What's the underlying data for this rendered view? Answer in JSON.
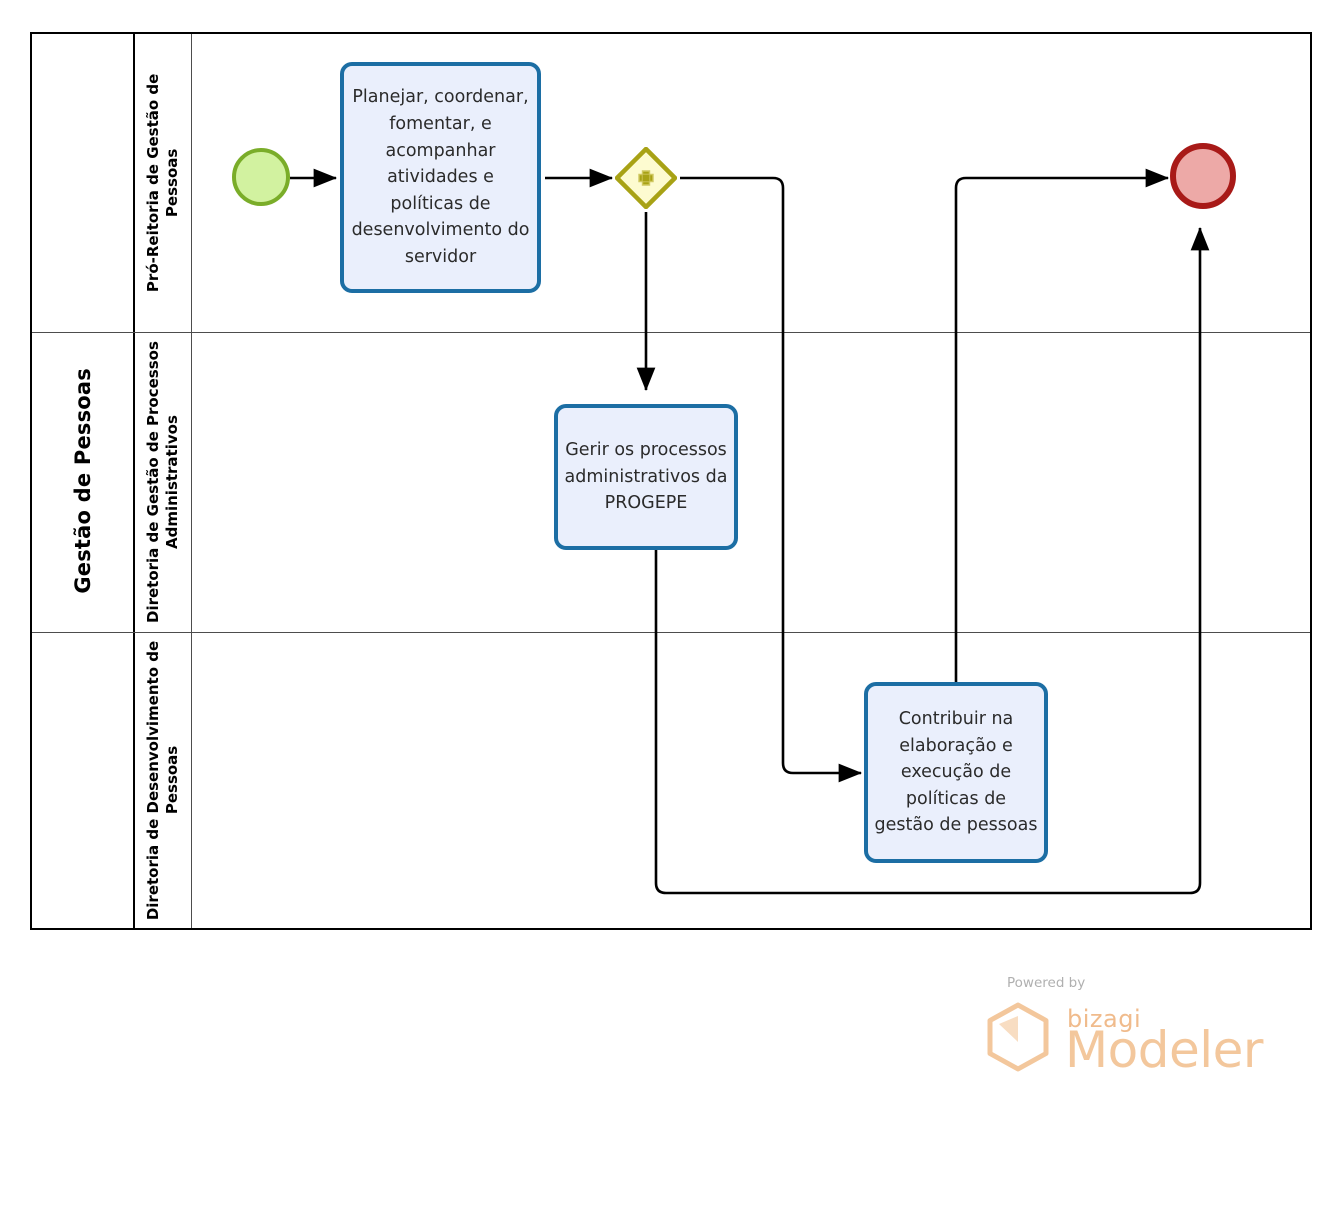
{
  "diagram": {
    "type": "bpmn-process",
    "pool": {
      "name": "Gestão de Pessoas"
    },
    "lanes": [
      {
        "id": "lane-pro-reitoria",
        "name": "Pró-Reitoria de Gestão de Pessoas"
      },
      {
        "id": "lane-processos-administrativos",
        "name": "Diretoria de Gestão de Processos Administrativos"
      },
      {
        "id": "lane-desenvolvimento-pessoas",
        "name": "Diretoria de Desenvolvimento de Pessoas"
      }
    ],
    "nodes": [
      {
        "id": "start",
        "kind": "start-event",
        "lane": 0,
        "label": ""
      },
      {
        "id": "task-1",
        "kind": "task",
        "lane": 0,
        "label": "Planejar, coordenar, fomentar, e acompanhar atividades e políticas de desenvolvimento do servidor"
      },
      {
        "id": "gateway-1",
        "kind": "parallel-gateway",
        "lane": 0,
        "label": "",
        "marker": "+"
      },
      {
        "id": "task-2",
        "kind": "task",
        "lane": 1,
        "label": "Gerir os processos administrativos da PROGEPE"
      },
      {
        "id": "task-3",
        "kind": "task",
        "lane": 2,
        "label": "Contribuir na elaboração e execução de políticas de gestão de pessoas"
      },
      {
        "id": "end",
        "kind": "end-event",
        "lane": 0,
        "label": ""
      }
    ],
    "flows": [
      {
        "from": "start",
        "to": "task-1"
      },
      {
        "from": "task-1",
        "to": "gateway-1"
      },
      {
        "from": "gateway-1",
        "to": "task-2"
      },
      {
        "from": "gateway-1",
        "to": "task-3"
      },
      {
        "from": "task-3",
        "to": "end"
      },
      {
        "from": "task-2",
        "to": "end"
      }
    ],
    "colors": {
      "task_fill": "#eaeffc",
      "task_stroke": "#1c6ea4",
      "start_fill": "#d2f2a0",
      "start_stroke": "#7aad29",
      "end_fill": "#eda9a7",
      "end_stroke": "#a81a18",
      "gateway_fill": "#fdfbd0",
      "gateway_stroke": "#a8a215",
      "gateway_marker": "#a8a215",
      "pool_stroke": "#000000",
      "lane_stroke": "#4d4d4d",
      "flow_stroke": "#000000"
    }
  },
  "watermark": {
    "powered_by": "Powered by",
    "brand": "bizagi",
    "product": "Modeler",
    "color": "#f3c79c"
  }
}
